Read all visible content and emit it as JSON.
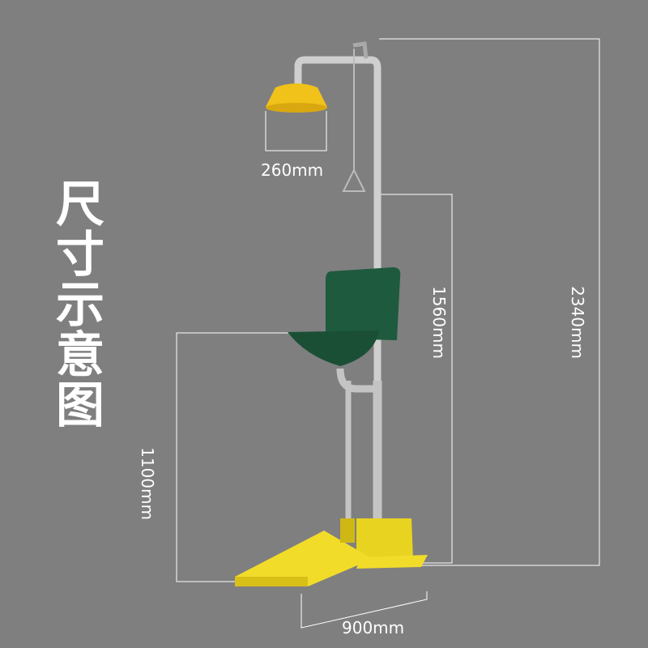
{
  "title_chars": [
    "尺",
    "寸",
    "示",
    "意",
    "图"
  ],
  "dimensions": {
    "shower_head_diameter": "260mm",
    "bowl_to_floor_pull": "1560mm",
    "total_height": "2340mm",
    "bowl_height": "1100mm",
    "base_length": "900mm"
  },
  "colors": {
    "background": "#7f7f80",
    "shower_head": "#f0c21a",
    "bowl": "#1e5a3e",
    "base": "#f2dc2a",
    "pipe": "#c8c8c8",
    "dimension_line": "#ffffff"
  }
}
